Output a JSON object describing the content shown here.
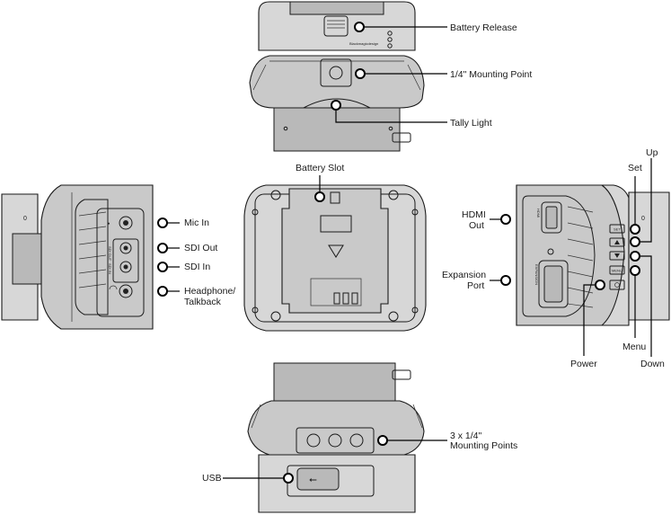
{
  "brand": "Blackmagicdesign",
  "labels": {
    "battery_release": "Battery Release",
    "mounting_point": "1/4\" Mounting Point",
    "tally_light": "Tally Light",
    "battery_slot": "Battery Slot",
    "mic_in": "Mic In",
    "sdi_out": "SDI Out",
    "sdi_in": "SDI In",
    "headphone_line1": "Headphone/",
    "headphone_line2": "Talkback",
    "hdmi_line1": "HDMI",
    "hdmi_line2": "Out",
    "expansion_line1": "Expansion",
    "expansion_line2": "Port",
    "set": "Set",
    "up": "Up",
    "menu": "Menu",
    "down": "Down",
    "power": "Power",
    "mounting_points_line1": "3 x 1/4\"",
    "mounting_points_line2": "Mounting Points",
    "usb": "USB"
  },
  "panel_text": {
    "sdi_out": "SDI OUT",
    "sdi_in": "SDI IN",
    "hdmi": "HDMI",
    "expansion": "EXPANSION",
    "btn_set": "SET",
    "btn_menu": "MENU",
    "digit": "0"
  }
}
